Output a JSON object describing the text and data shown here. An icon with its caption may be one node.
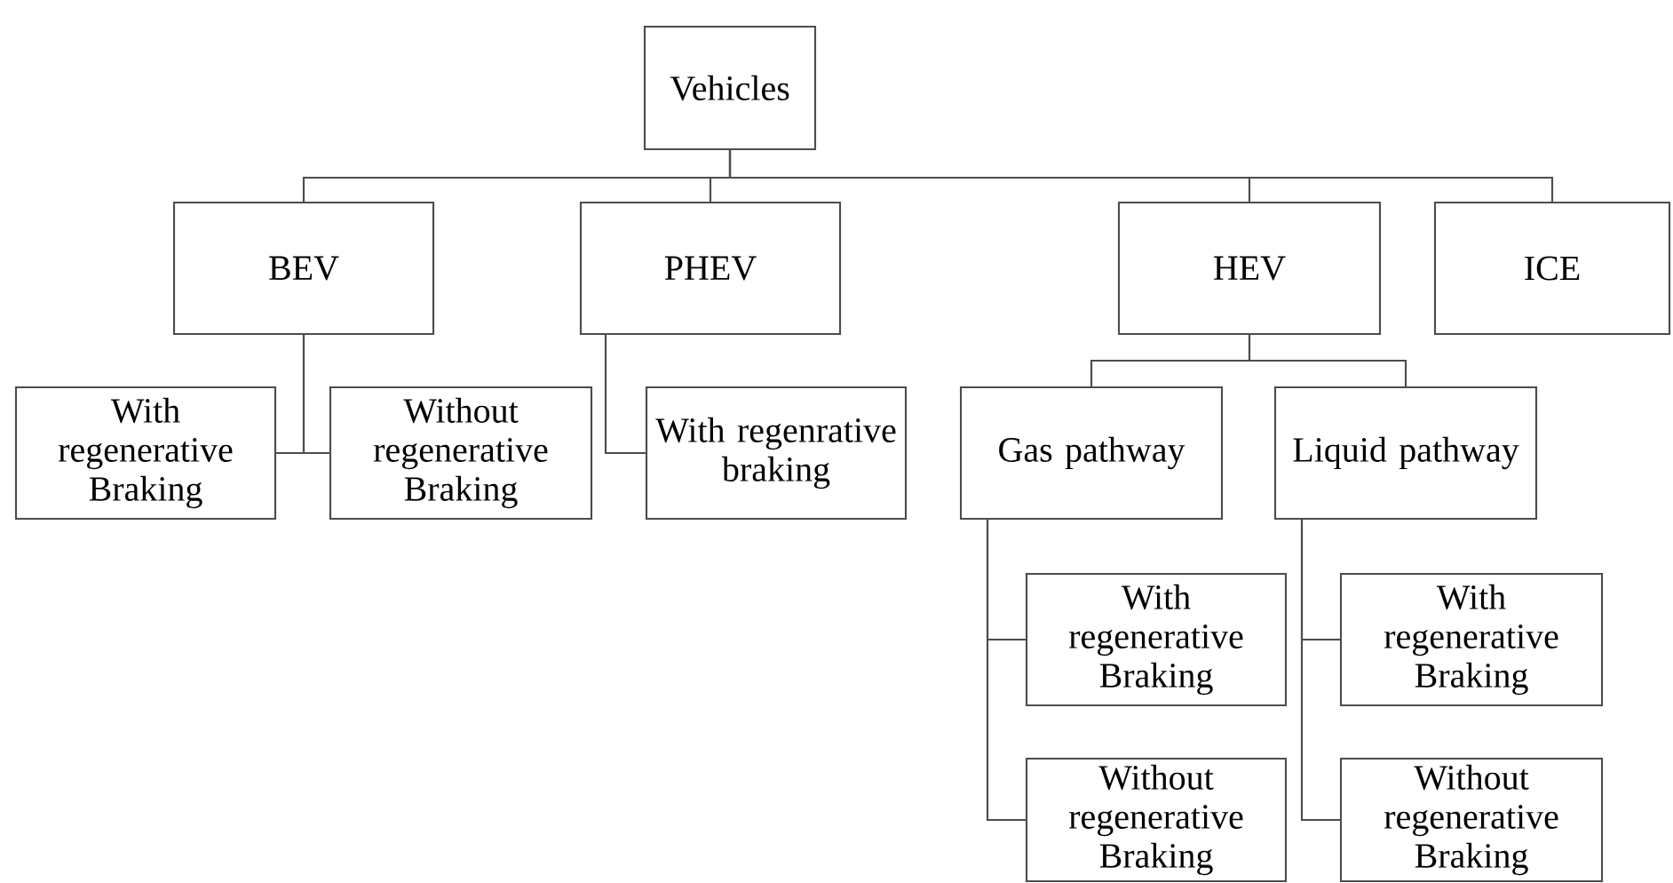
{
  "diagram": {
    "nodes": [
      {
        "text": [
          "Vehicles"
        ]
      },
      {
        "text": [
          "BEV"
        ]
      },
      {
        "text": [
          "PHEV"
        ]
      },
      {
        "text": [
          "HEV"
        ]
      },
      {
        "text": [
          "ICE"
        ]
      },
      {
        "text": [
          "With regenerative Braking"
        ]
      },
      {
        "text": [
          "Without regenerative Braking"
        ]
      },
      {
        "text": [
          "With regenrative braking"
        ]
      },
      {
        "text": [
          "Gas pathway"
        ]
      },
      {
        "text": [
          "Liquid pathway"
        ]
      },
      {
        "text": [
          "With regenerative Braking"
        ]
      },
      {
        "text": [
          "Without regenerative Braking"
        ]
      },
      {
        "text": [
          "With regenerative Braking"
        ]
      },
      {
        "text": [
          "Without regenerative Braking"
        ]
      }
    ],
    "edges": [
      {
        "from": 0,
        "to": 1,
        "arrow": "none"
      },
      {
        "from": 0,
        "to": 2,
        "arrow": "none"
      },
      {
        "from": 0,
        "to": 3,
        "arrow": "none"
      },
      {
        "from": 0,
        "to": 4,
        "arrow": "none"
      },
      {
        "from": 1,
        "to": 5,
        "arrow": "none"
      },
      {
        "from": 1,
        "to": 6,
        "arrow": "none"
      },
      {
        "from": 2,
        "to": 7,
        "arrow": "none"
      },
      {
        "from": 3,
        "to": 8,
        "arrow": "none"
      },
      {
        "from": 3,
        "to": 9,
        "arrow": "none"
      },
      {
        "from": 8,
        "to": 10,
        "arrow": "none"
      },
      {
        "from": 8,
        "to": 11,
        "arrow": "none"
      },
      {
        "from": 9,
        "to": 12,
        "arrow": "none"
      },
      {
        "from": 9,
        "to": 13,
        "arrow": "none"
      }
    ]
  }
}
